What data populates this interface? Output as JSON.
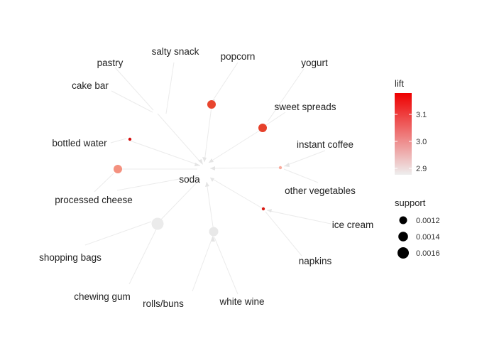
{
  "graph": {
    "center_label": "soda",
    "nodes": [
      {
        "label": "salty snack",
        "fill": null
      },
      {
        "label": "popcorn",
        "fill": "#e8452e"
      },
      {
        "label": "yogurt",
        "fill": null
      },
      {
        "label": "pastry",
        "fill": null
      },
      {
        "label": "cake bar",
        "fill": null
      },
      {
        "label": "sweet spreads",
        "fill": "#e6412b"
      },
      {
        "label": "bottled water",
        "fill": "#d40e0e"
      },
      {
        "label": "instant coffee",
        "fill": null
      },
      {
        "label": "processed cheese",
        "fill": "#f4917f"
      },
      {
        "label": "other vegetables",
        "fill": "#f8aa9c"
      },
      {
        "label": "ice cream",
        "fill": "#d81a14"
      },
      {
        "label": "shopping bags",
        "fill": null
      },
      {
        "label": "napkins",
        "fill": null
      },
      {
        "label": "chewing gum",
        "fill": null
      },
      {
        "label": "rolls/buns",
        "fill": "#ebebeb"
      },
      {
        "label": "white wine",
        "fill": "#e8e8e8"
      }
    ]
  },
  "legend": {
    "lift_title": "lift",
    "lift_ticks": [
      "3.1",
      "3.0",
      "2.9"
    ],
    "lift_colors": {
      "high": "#ee0000",
      "low": "#eeeeee"
    },
    "support_title": "support",
    "support_ticks": [
      "0.0012",
      "0.0014",
      "0.0016"
    ]
  }
}
